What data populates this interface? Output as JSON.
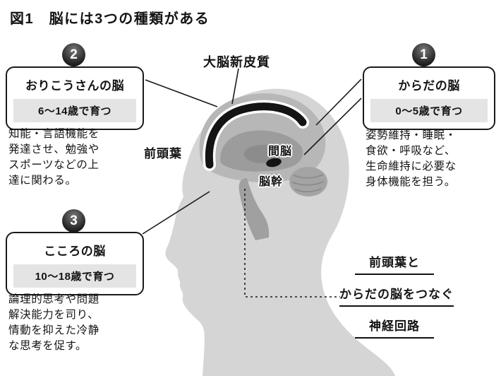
{
  "title": "図1　脳には3つの種類がある",
  "boxes": [
    {
      "number": "1",
      "title": "からだの脳",
      "age": "0〜5歳で育つ",
      "desc": "姿勢維持・睡眠・\n食欲・呼吸など、\n生命維持に必要な\n身体機能を担う。"
    },
    {
      "number": "2",
      "title": "おりこうさんの脳",
      "age": "6〜14歳で育つ",
      "desc": "知能・言語機能を\n発達させ、勉強や\nスポーツなどの上\n達に関わる。"
    },
    {
      "number": "3",
      "title": "こころの脳",
      "age": "10〜18歳で育つ",
      "desc": "論理的思考や問題\n解決能力を司り、\n情動を抑えた冷静\nな思考を促す。"
    }
  ],
  "brain_labels": {
    "neocortex": "大脳新皮質",
    "frontal_lobe": "前頭葉",
    "diencephalon": "間脳",
    "brainstem": "脳幹"
  },
  "circuit_note": {
    "line1": "前頭葉と",
    "line2": "からだの脳をつなぐ",
    "line3": "神経回路"
  },
  "colors": {
    "head": "#d5d5d5",
    "brain": "#b7b7b7",
    "brain_inner": "#9c9c9c",
    "age_band": "#e4e4e4",
    "badge": "#1d1d1d",
    "line": "#1a1a1a"
  }
}
